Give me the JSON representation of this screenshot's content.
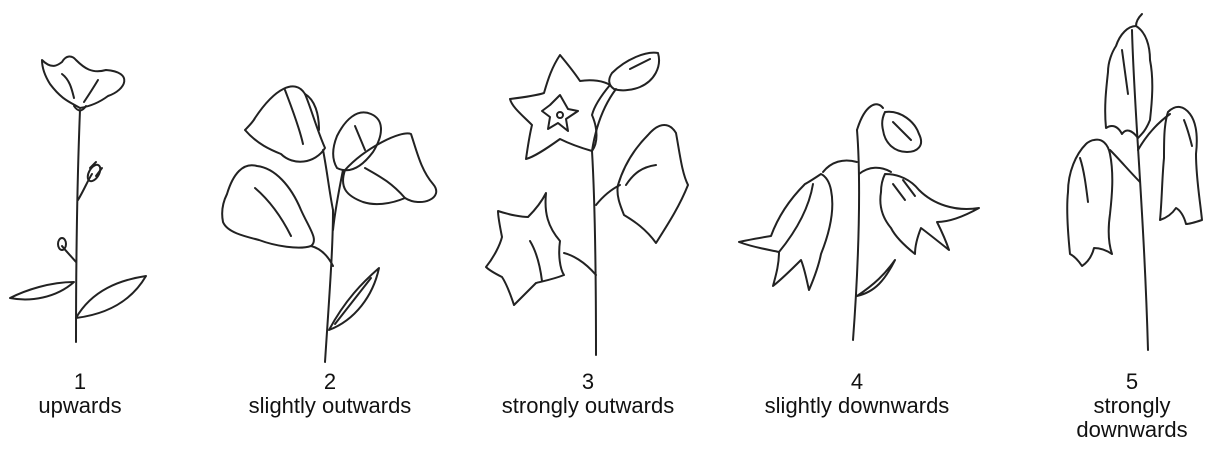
{
  "items": [
    {
      "number": "1",
      "label": "upwards",
      "icon": "upward-flower-icon"
    },
    {
      "number": "2",
      "label": "slightly outwards",
      "icon": "slightly-outward-flower-icon"
    },
    {
      "number": "3",
      "label": "strongly outwards",
      "icon": "strongly-outward-flower-icon"
    },
    {
      "number": "4",
      "label": "slightly downwards",
      "icon": "slightly-downward-flower-icon"
    },
    {
      "number": "5",
      "label": "strongly",
      "label_line2": "downwards",
      "icon": "strongly-downward-flower-icon"
    }
  ]
}
